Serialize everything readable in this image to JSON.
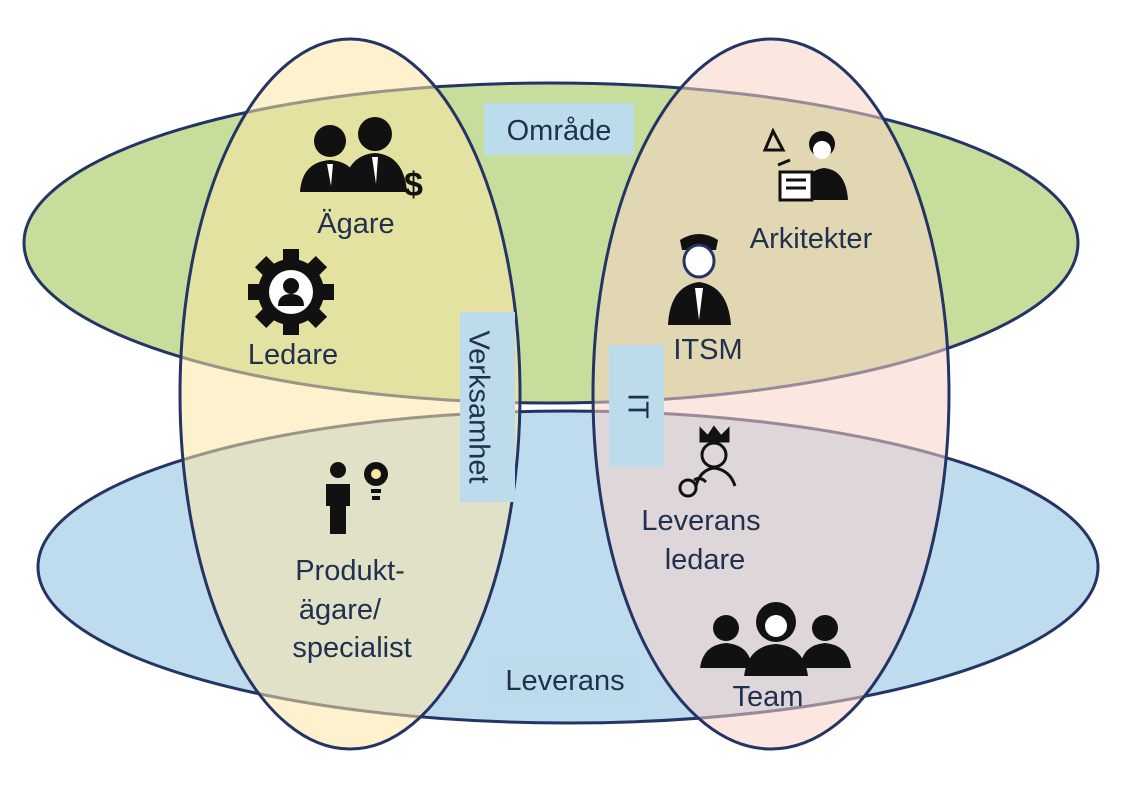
{
  "colors": {
    "omrade": "#c6dd9c",
    "leverans": "#bfdcef",
    "verksamhet": "#fbe6a6",
    "it": "#f8d2c6",
    "outline": "#243464",
    "text": "#22304f",
    "tagbox": "#bcdceb"
  },
  "circles": {
    "omrade": "Område",
    "leverans": "Leverans",
    "verksamhet": "Verksamhet",
    "it": "IT"
  },
  "roles": {
    "agare": {
      "label": "Ägare",
      "icon": "owners-dollar-icon"
    },
    "ledare": {
      "label": "Ledare",
      "icon": "gear-person-icon"
    },
    "produkt": {
      "lines": [
        "Produkt-",
        "ägare/",
        "specialist"
      ],
      "icon": "person-lightbulb-icon"
    },
    "arkitekter": {
      "label": "Arkitekter",
      "icon": "architect-icon"
    },
    "itsm": {
      "label": "ITSM",
      "icon": "officer-icon"
    },
    "leveransledare": {
      "lines": [
        "Leverans",
        "ledare"
      ],
      "icon": "leader-crown-icon"
    },
    "team": {
      "label": "Team",
      "icon": "team-icon"
    }
  }
}
